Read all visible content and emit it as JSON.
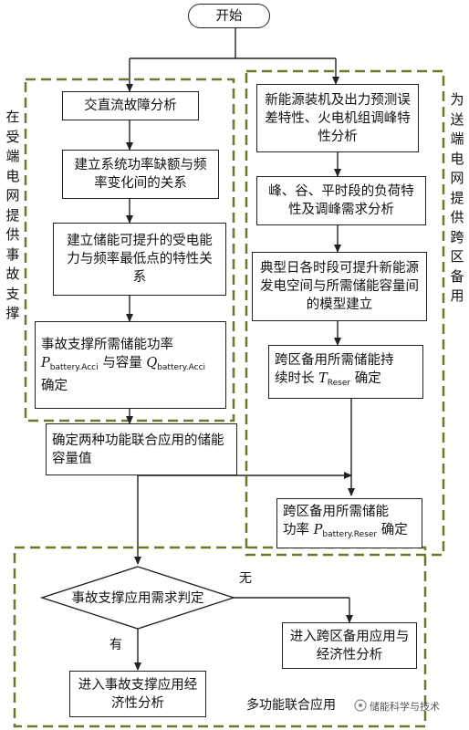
{
  "start": "开始",
  "left_group_label": "在受端电网提供事故支撑",
  "right_group_label": "为送端电网提供跨区备用",
  "bottom_group_label": "多功能联合应用",
  "left_boxes": [
    "交直流故障分析",
    "建立系统功率缺额与频率变化间的关系",
    "建立储能可提升的受电能力与频率最低点的特性关系"
  ],
  "left_box4": {
    "line1": "事故支撑所需储能功率",
    "p_symbol": "P",
    "p_sub": "battery.Acci",
    "between": "与容量",
    "q_symbol": "Q",
    "q_sub": "battery.Acci",
    "line3": "确定"
  },
  "combine_box": "确定两种功能联合应用的储能容量值",
  "right_boxes": [
    "新能源装机及出力预测误差特性、火电机组调峰特性分析",
    "峰、谷、平时段的负荷特性及调峰需求分析",
    "典型日各时段可提升新能源发电空间与所需储能容量间的模型建立"
  ],
  "right_box4": {
    "line1": "跨区备用所需储能持",
    "line2": "续时长",
    "t_symbol": "T",
    "t_sub": "Reser",
    "line2_end": "确定"
  },
  "right_box5": {
    "line1": "跨区备用所需储能",
    "line2": "功率",
    "p_symbol": "P",
    "p_sub": "battery.Reser",
    "line2_end": "确定"
  },
  "decision": "事故支撑应用需求判定",
  "branch_no": "无",
  "branch_yes": "有",
  "out_left": "进入事故支撑应用经济性分析",
  "out_right": "进入跨区备用应用与经济性分析",
  "watermark": "储能科学与技术",
  "colors": {
    "group_border": "#6b7a2a",
    "line": "#222222"
  }
}
